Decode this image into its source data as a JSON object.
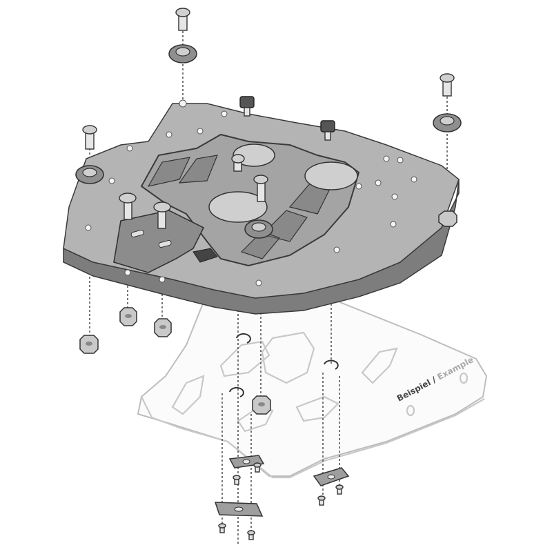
{
  "diagram": {
    "rack_label": {
      "part1": "Beispiel",
      "separator": " / ",
      "part2": "Example"
    },
    "colors": {
      "plate": "#9a9a9a",
      "rack_outline": "#c8c8c8",
      "hardware": "#c9c9c9",
      "lines": "#333333"
    },
    "parts": [
      "top-plate",
      "mounting-rack",
      "screw",
      "rubber-bushing",
      "hex-nut",
      "lock-clip",
      "clamp-plate",
      "mounting-bracket"
    ]
  }
}
